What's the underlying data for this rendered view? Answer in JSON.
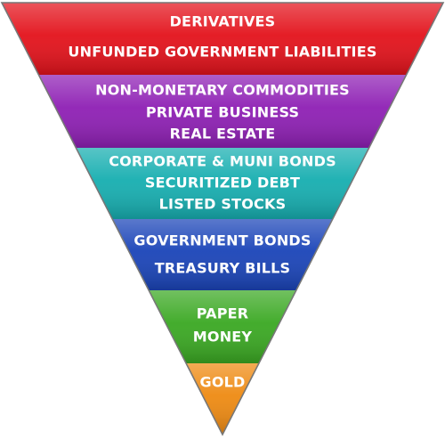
{
  "tiers": [
    {
      "lines": [
        "DERIVATIVES",
        "UNFUNDED GOVERNMENT LIABILITIES"
      ],
      "fill": "#e3121b",
      "text_color": "#ffffff"
    },
    {
      "lines": [
        "NON-MONETARY COMMODITIES",
        "PRIVATE BUSINESS",
        "REAL ESTATE"
      ],
      "fill": "#8e1fb4",
      "text_color": "#ffffff"
    },
    {
      "lines": [
        "CORPORATE & MUNI BONDS",
        "SECURITIZED DEBT",
        "LISTED STOCKS"
      ],
      "fill": "#16aeb0",
      "text_color": "#ffffff"
    },
    {
      "lines": [
        "GOVERNMENT BONDS",
        "TREASURY BILLS"
      ],
      "fill": "#1a44b8",
      "text_color": "#ffffff"
    },
    {
      "lines": [
        "PAPER",
        "MONEY"
      ],
      "fill": "#3aa822",
      "text_color": "#ffffff"
    },
    {
      "lines": [
        "GOLD"
      ],
      "fill": "#ee8a12",
      "text_color": "#ffffff"
    }
  ]
}
